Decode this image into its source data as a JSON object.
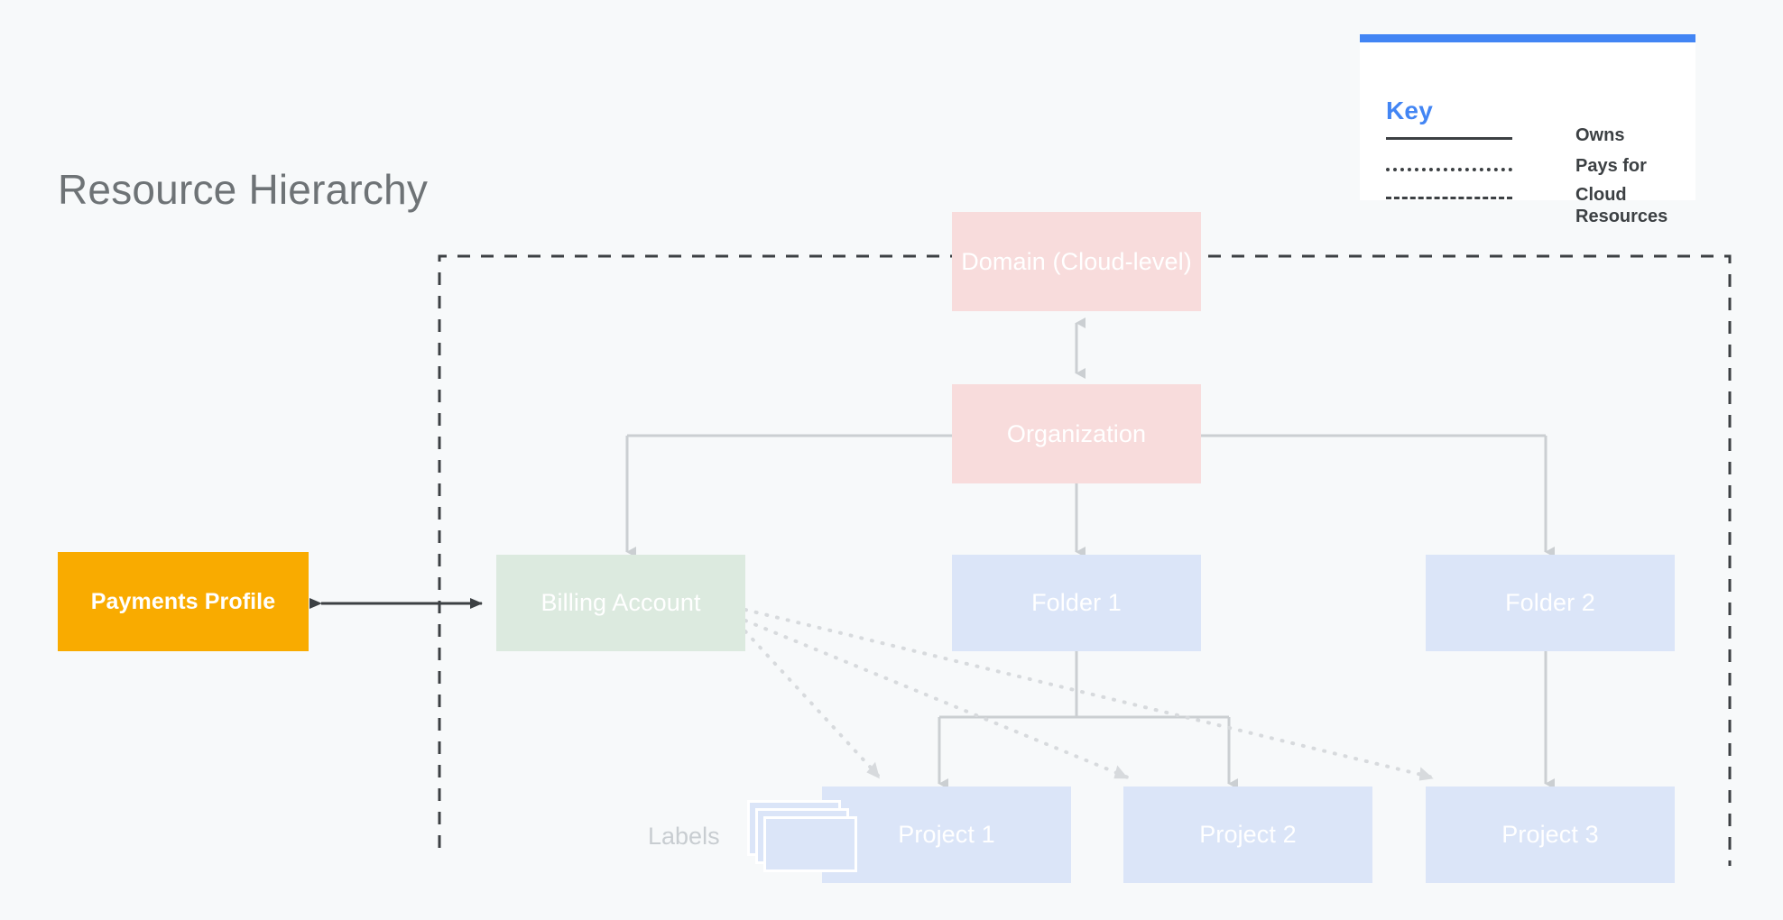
{
  "page": {
    "title": "Resource Hierarchy",
    "background_color": "#F7F9FA"
  },
  "key": {
    "title": "Key",
    "accent_color": "#4285F4",
    "entries": [
      {
        "label": "Owns",
        "style": "solid"
      },
      {
        "label": "Pays for",
        "style": "dotted"
      },
      {
        "label": "Cloud\nResources",
        "style": "dashed"
      }
    ]
  },
  "nodes": {
    "domain": {
      "label": "Domain (Cloud-level)",
      "color": "#F8DCDC"
    },
    "organization": {
      "label": "Organization",
      "color": "#F8DCDC"
    },
    "billing": {
      "label": "Billing Account",
      "color": "#DCEADF"
    },
    "folder1": {
      "label": "Folder 1",
      "color": "#DBE5F8"
    },
    "folder2": {
      "label": "Folder 2",
      "color": "#DBE5F8"
    },
    "project1": {
      "label": "Project 1",
      "color": "#DBE5F8"
    },
    "project2": {
      "label": "Project 2",
      "color": "#DBE5F8"
    },
    "project3": {
      "label": "Project 3",
      "color": "#DBE5F8"
    },
    "payments": {
      "label": "Payments Profile",
      "color": "#F9AB00"
    },
    "labels": {
      "label": "Labels",
      "color": "#DBE5F8"
    }
  },
  "edges": [
    {
      "from": "domain",
      "to": "organization",
      "type": "owns",
      "bidirectional": true
    },
    {
      "from": "organization",
      "to": "billing",
      "type": "owns",
      "bidirectional": false
    },
    {
      "from": "organization",
      "to": "folder1",
      "type": "owns",
      "bidirectional": false
    },
    {
      "from": "organization",
      "to": "folder2",
      "type": "owns",
      "bidirectional": false
    },
    {
      "from": "folder1",
      "to": "project1",
      "type": "owns",
      "bidirectional": false
    },
    {
      "from": "folder1",
      "to": "project2",
      "type": "owns",
      "bidirectional": false
    },
    {
      "from": "folder2",
      "to": "project3",
      "type": "owns",
      "bidirectional": false
    },
    {
      "from": "payments",
      "to": "billing",
      "type": "owns",
      "bidirectional": true
    },
    {
      "from": "billing",
      "to": "project1",
      "type": "paysfor",
      "bidirectional": false
    },
    {
      "from": "billing",
      "to": "project2",
      "type": "paysfor",
      "bidirectional": false
    },
    {
      "from": "billing",
      "to": "project3",
      "type": "paysfor",
      "bidirectional": false
    }
  ],
  "boundary": {
    "name": "Cloud Resources",
    "style": "dashed"
  }
}
